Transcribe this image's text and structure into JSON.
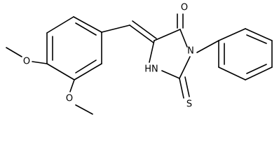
{
  "molecule": {
    "atoms": {
      "o_carbonyl": "O",
      "n_ring": "N",
      "nh_ring": "HN",
      "s_thione": "S",
      "o_methoxy_upper": "O",
      "o_methoxy_lower": "O"
    },
    "colors": {
      "ink": "#000000",
      "background": "#ffffff"
    }
  }
}
